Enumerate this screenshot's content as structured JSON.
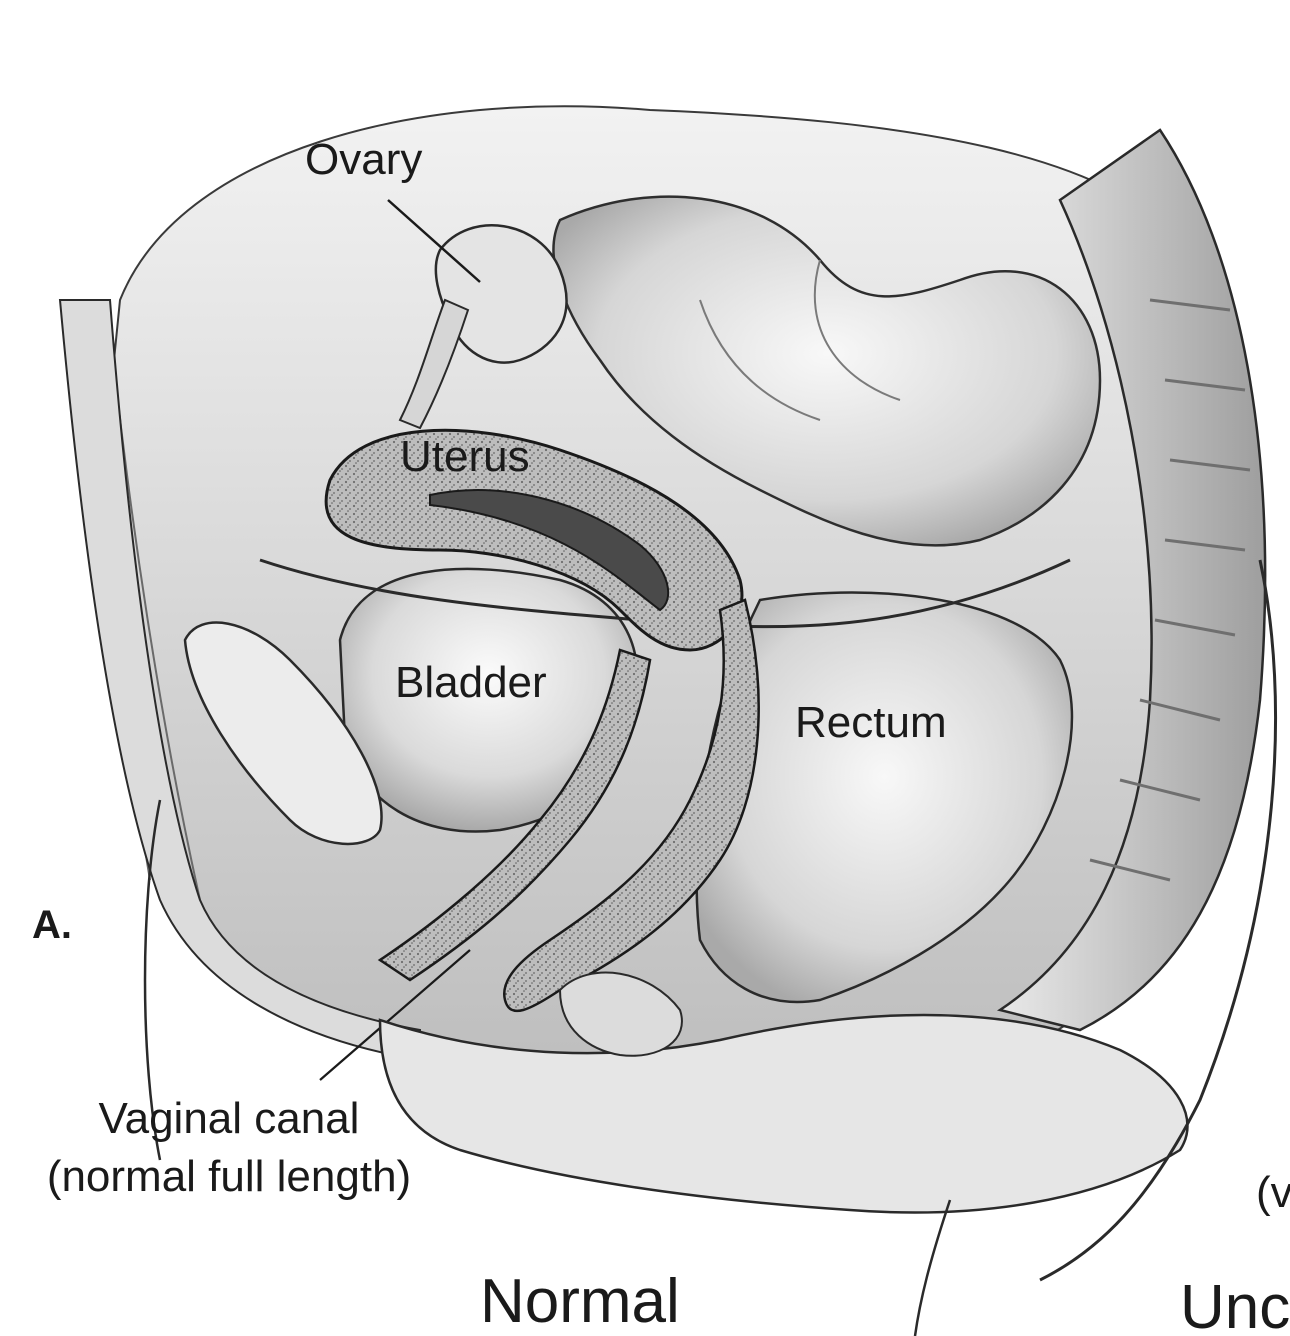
{
  "panel_label": "A.",
  "labels": {
    "ovary": "Ovary",
    "uterus": "Uterus",
    "bladder": "Bladder",
    "rectum": "Rectum",
    "vaginal_canal_line1": "Vaginal canal",
    "vaginal_canal_line2": "(normal full length)"
  },
  "captions": {
    "left": "Normal",
    "right_partial": "Unc",
    "right_small_partial": "(v"
  },
  "colors": {
    "ink": "#1a1a1a",
    "tissue_light": "#efefef",
    "tissue_mid": "#cfcfcf",
    "tissue_dark": "#8e8e8e",
    "wall_speckle": "#9a9a9a",
    "background": "#ffffff"
  }
}
